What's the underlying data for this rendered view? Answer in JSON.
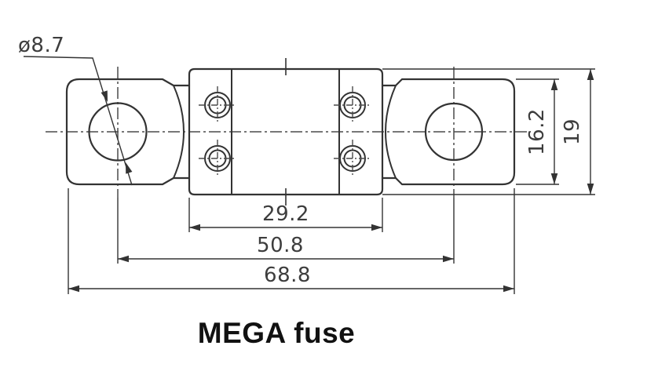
{
  "drawing": {
    "type": "technical-drawing",
    "title": "MEGA fuse",
    "dimensions": {
      "hole_diameter": "ø8.7",
      "body_width": "29.2",
      "hole_spacing": "50.8",
      "overall_length": "68.8",
      "terminal_height": "16.2",
      "body_height": "19"
    },
    "colors": {
      "background": "#ffffff",
      "line": "#333333",
      "centerline": "#4a4a4a",
      "dimension_text": "#3d3d3d",
      "title_text": "#111111"
    }
  }
}
